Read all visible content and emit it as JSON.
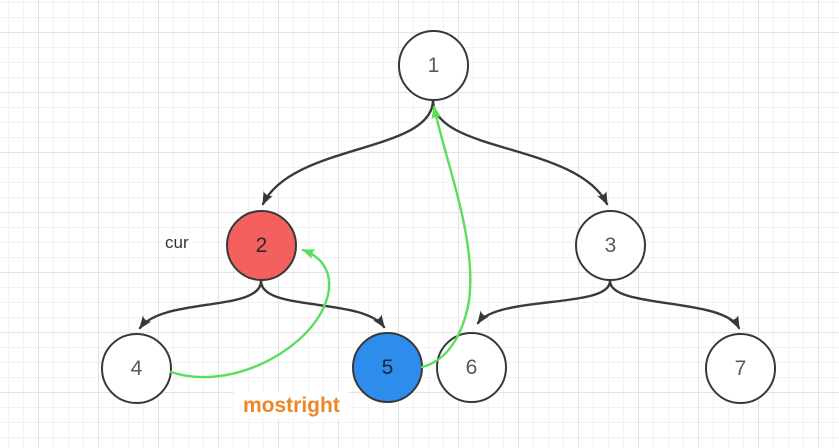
{
  "diagram": {
    "description": "Morris traversal binary tree diagram on grid canvas",
    "nodes": [
      {
        "value": "1",
        "fill": "#ffffff",
        "state": "normal"
      },
      {
        "value": "2",
        "fill": "#f4605e",
        "state": "current"
      },
      {
        "value": "3",
        "fill": "#ffffff",
        "state": "normal"
      },
      {
        "value": "4",
        "fill": "#ffffff",
        "state": "normal"
      },
      {
        "value": "5",
        "fill": "#2e8ced",
        "state": "mostright"
      },
      {
        "value": "6",
        "fill": "#ffffff",
        "state": "normal"
      },
      {
        "value": "7",
        "fill": "#ffffff",
        "state": "normal"
      }
    ],
    "tree_edges": [
      {
        "from": "1",
        "to": "2"
      },
      {
        "from": "1",
        "to": "3"
      },
      {
        "from": "2",
        "to": "4"
      },
      {
        "from": "2",
        "to": "5"
      },
      {
        "from": "3",
        "to": "6"
      },
      {
        "from": "3",
        "to": "7"
      }
    ],
    "thread_edges": [
      {
        "from": "4",
        "to": "2"
      },
      {
        "from": "5",
        "to": "1"
      }
    ],
    "annotations": {
      "cur": {
        "text": "cur",
        "color": "#333333"
      },
      "mostright": {
        "text": "mostright",
        "color": "#ef8625"
      }
    },
    "colors": {
      "edge_stroke": "#3a3a3a",
      "thread_stroke": "#5bde5b",
      "current_node_fill": "#f4605e",
      "mostright_node_fill": "#2e8ced",
      "annotation_orange": "#ef8625",
      "grid_minor": "#f2f2f4",
      "grid_major": "#e2e2e7"
    }
  }
}
